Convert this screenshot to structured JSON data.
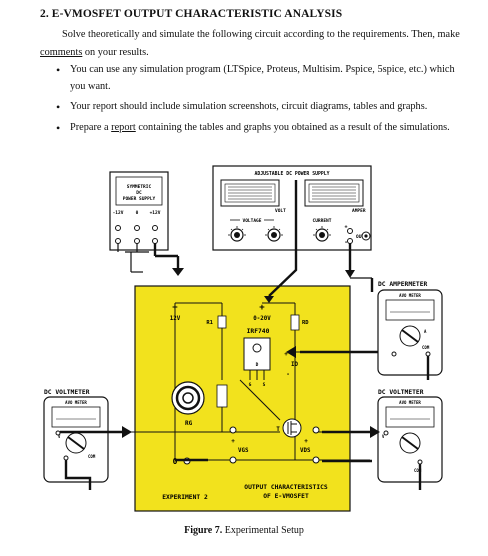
{
  "section": {
    "heading": "2. E-VMOSFET OUTPUT CHARACTERISTIC ANALYSIS",
    "intro_text": "Solve theoretically and simulate the following circuit according to the requirements. Then, make",
    "intro_link": "comments",
    "intro_tail": "on your results.",
    "bullets": [
      "You can use any simulation program (LTSpice, Proteus, Multisim. Pspice, 5spice, etc.) which you want.",
      "Your report should include simulation screenshots, circuit diagrams, tables and graphs."
    ],
    "bullet3_a": "Prepare a",
    "bullet3_link": "report",
    "bullet3_b": "containing the tables and graphs you obtained as a result of the simulations."
  },
  "figure": {
    "symmetric_supply": {
      "title_lines": [
        "SYMMETRIC",
        "DC",
        "POWER SUPPLY"
      ],
      "terminals": [
        "-12V",
        "0",
        "+12V"
      ]
    },
    "adjustable_supply": {
      "title": "ADJUSTABLE DC POWER SUPPLY",
      "voltage_label": "VOLTAGE",
      "volt_label": "VOLT",
      "current_label": "CURRENT",
      "amper_label": "AMPER",
      "out_label": "OUT",
      "plus": "+",
      "minus": "-"
    },
    "board": {
      "v12": "12V",
      "range": "0-20V",
      "r1": "R1",
      "rd": "RD",
      "device": "IRF740",
      "id": "ID",
      "rg": "RG",
      "t": "T",
      "vgs": "VGS",
      "vds": "VDS",
      "ground": "0",
      "experiment": "EXPERIMENT 2",
      "output_title_1": "OUTPUT CHARACTERISTICS",
      "output_title_2": "OF E-VMOSFET",
      "d": "D",
      "g": "G",
      "s": "S"
    },
    "dc_voltmeter_left": {
      "title": "DC VOLTMETER",
      "sub": "AVO METER",
      "com": "COM",
      "v": "V"
    },
    "dc_voltmeter_right": {
      "title": "DC VOLTMETER",
      "sub": "AVO METER",
      "com": "COM",
      "v": "V"
    },
    "dc_ampermeter": {
      "title": "DC AMPERMETER",
      "sub": "AVO METER",
      "com": "COM",
      "a": "A"
    }
  },
  "caption": {
    "label": "Figure 7.",
    "text": "Experimental Setup"
  },
  "colors": {
    "board_yellow": "#f2e21d",
    "line": "#111111"
  }
}
